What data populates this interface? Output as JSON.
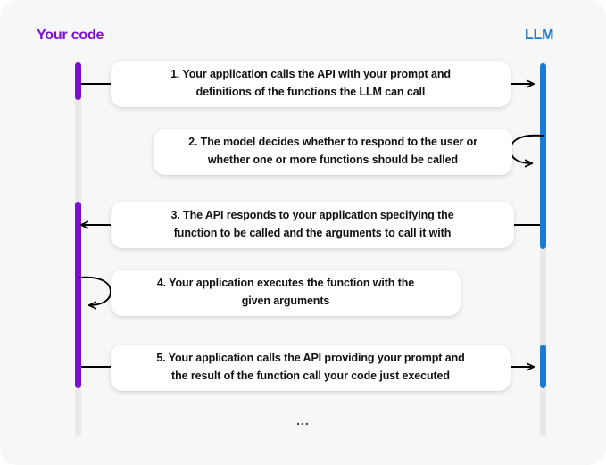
{
  "diagram": {
    "type": "sequence-diagram",
    "title_left": "Your code",
    "title_right": "LLM",
    "colors": {
      "left_actor": "#7b0fd4",
      "right_actor": "#1a7ad4",
      "lifeline_inactive": "#e8e8e8",
      "panel_background": "#f7f7f7",
      "box_background": "#ffffff",
      "arrow": "#000000",
      "text": "#111111"
    },
    "continuation": "...",
    "actors": [
      {
        "id": "your-code",
        "label": "Your code",
        "side": "left",
        "color": "#7b0fd4"
      },
      {
        "id": "llm",
        "label": "LLM",
        "side": "right",
        "color": "#1a7ad4"
      }
    ],
    "messages": [
      {
        "number": "1",
        "text": "1. Your application calls the API with your prompt and\ndefinitions of the functions the LLM can call",
        "direction": "left-to-right",
        "from": "your-code",
        "to": "llm",
        "self_loop": false
      },
      {
        "number": "2",
        "text": "2. The model decides whether to respond to the user or\nwhether one or more functions should be called",
        "direction": "self",
        "from": "llm",
        "to": "llm",
        "self_loop": true
      },
      {
        "number": "3",
        "text": "3. The API responds to your application specifying the\nfunction to be called and the arguments to call it with",
        "direction": "right-to-left",
        "from": "llm",
        "to": "your-code",
        "self_loop": false
      },
      {
        "number": "4",
        "text": "4. Your application executes the function with the\ngiven  arguments",
        "direction": "self",
        "from": "your-code",
        "to": "your-code",
        "self_loop": true
      },
      {
        "number": "5",
        "text": "5. Your application calls the API providing your prompt and\nthe result of the function call your code just executed",
        "direction": "left-to-right",
        "from": "your-code",
        "to": "llm",
        "self_loop": false
      }
    ]
  }
}
